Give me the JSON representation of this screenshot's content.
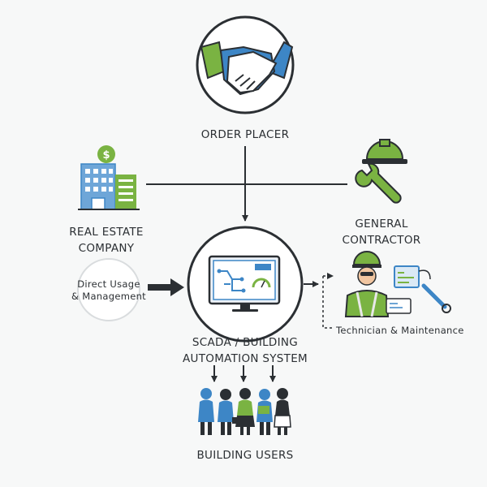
{
  "nodes": {
    "order_placer": {
      "label": "ORDER PLACER",
      "icon": "handshake-icon"
    },
    "real_estate": {
      "label_line1": "REAL ESTATE",
      "label_line2": "COMPANY",
      "icon": "office-building-dollar-icon"
    },
    "general_contractor": {
      "label_line1": "GENERAL",
      "label_line2": "CONTRACTOR",
      "icon": "hardhat-wrench-icon"
    },
    "direct_usage": {
      "label_line1": "Direct Usage",
      "label_line2": "& Management"
    },
    "scada": {
      "label_line1": "SCADA / BUILDING",
      "label_line2": "AUTOMATION SYSTEM",
      "icon": "monitor-dashboard-icon"
    },
    "technician": {
      "label": "Technician & Maintenance",
      "icon": "technician-icon"
    },
    "building_users": {
      "label": "BUILDING USERS",
      "icon": "people-group-icon"
    }
  },
  "colors": {
    "ink": "#2b2f33",
    "blue": "#3d86c6",
    "green": "#7ab342",
    "skin": "#f1c6a1"
  }
}
